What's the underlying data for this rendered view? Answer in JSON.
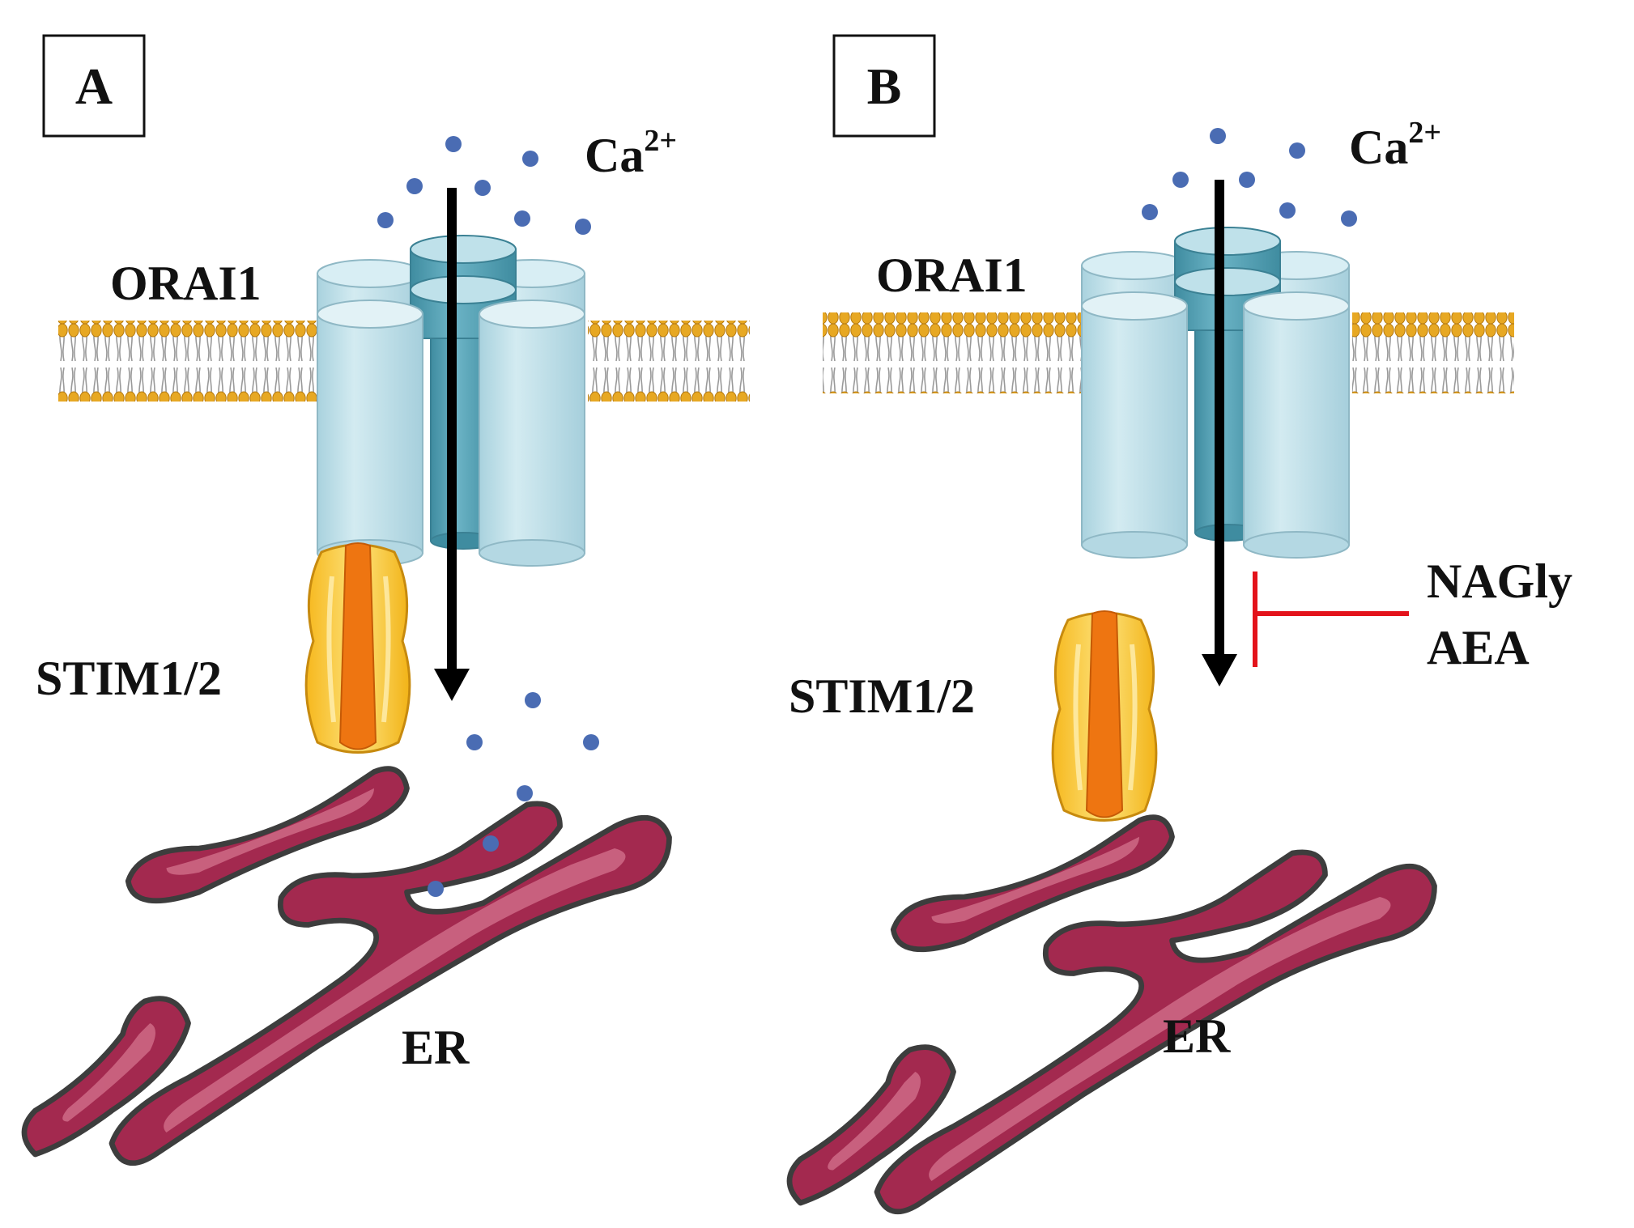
{
  "panels": [
    {
      "id": "A",
      "label": "A",
      "channel_label": "ORAI1",
      "ion_label": "Ca",
      "ion_charge": "2+",
      "stim_label": "STIM1/2",
      "organelle_label": "ER"
    },
    {
      "id": "B",
      "label": "B",
      "channel_label": "ORAI1",
      "ion_label": "Ca",
      "ion_charge": "2+",
      "stim_label": "STIM1/2",
      "organelle_label": "ER",
      "inhibitors": [
        "NAGly",
        "AEA"
      ]
    }
  ],
  "colors": {
    "calcium_ion": "#4a6cb3",
    "membrane_head": "#e7a823",
    "orai_light": "#c5e2ea",
    "orai_dark": "#4f9db0",
    "stim_yellow": "#f7c12c",
    "stim_orange": "#ef7610",
    "er_fill": "#a3294f",
    "er_light": "#cf6a86",
    "inhibition": "#e3131b",
    "arrow": "#000000"
  }
}
